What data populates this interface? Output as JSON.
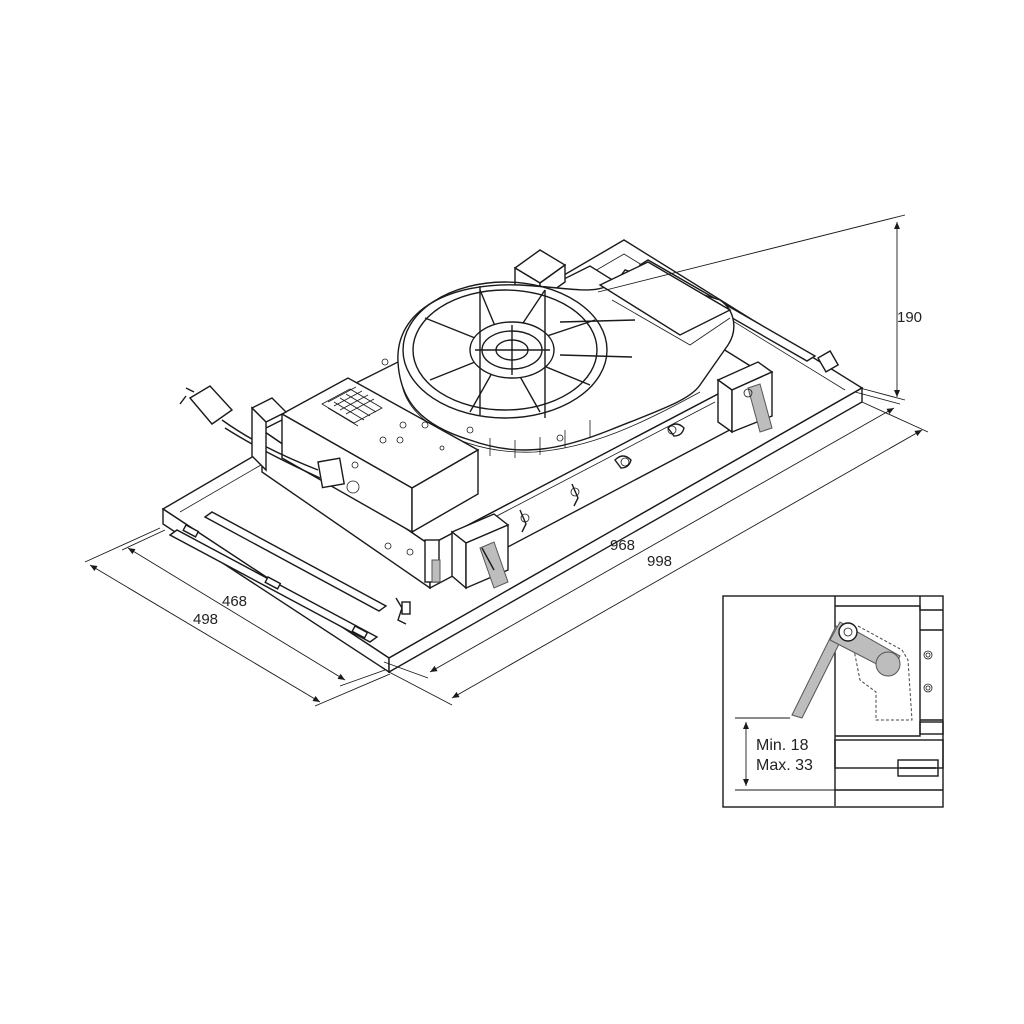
{
  "dimensions": {
    "height": "190",
    "inner_length": "968",
    "outer_length": "998",
    "inner_depth": "468",
    "outer_depth": "498"
  },
  "inset": {
    "min_label": "Min. 18",
    "max_label": "Max. 33"
  },
  "colors": {
    "line": "#1a1a1a",
    "bracket_fill": "#bdbdbd",
    "background": "#ffffff"
  }
}
